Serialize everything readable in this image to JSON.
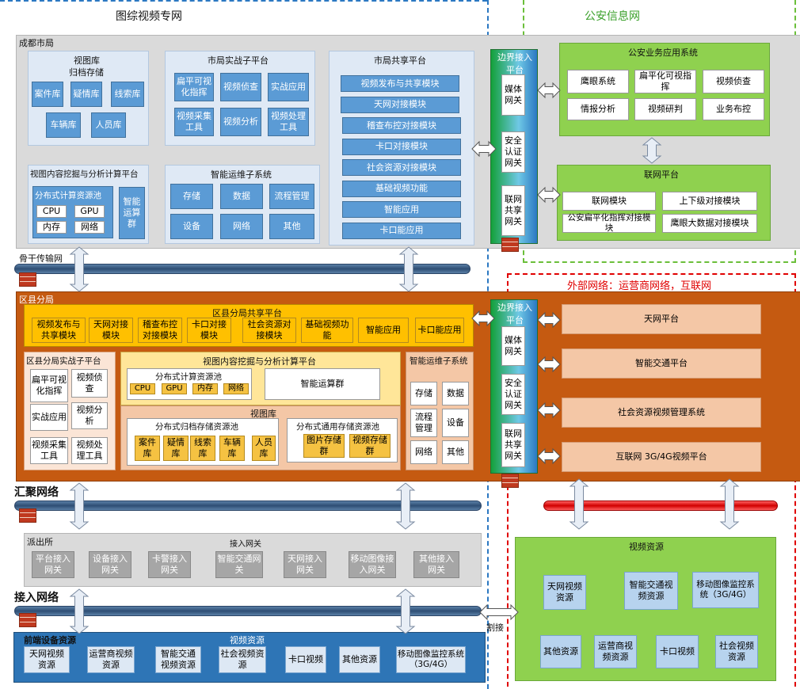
{
  "regions": {
    "video_net": "图综视频专网",
    "police_net": "公安信息网",
    "external_net": "外部网络：运营商网络，互联网"
  },
  "city": {
    "label": "成都市局",
    "view_lib": {
      "title": "视图库",
      "subtitle": "归档存储",
      "items": [
        "案件库",
        "疑情库",
        "线索库",
        "车辆库",
        "人员库"
      ]
    },
    "combat": {
      "title": "市局实战子平台",
      "items": [
        "扁平可视化指挥",
        "视频侦查",
        "实战应用",
        "视频采集工具",
        "视频分析",
        "视频处理工具"
      ]
    },
    "share": {
      "title": "市局共享平台",
      "items": [
        "视频发布与共享模块",
        "天网对接模块",
        "稽查布控对接模块",
        "卡口对接模块",
        "社会资源对接模块",
        "基础视频功能",
        "智能应用",
        "卡口能应用"
      ]
    },
    "mining": {
      "title": "视图内容挖掘与分析计算平台",
      "pool": "分布式计算资源池",
      "cells": [
        "CPU",
        "GPU",
        "内存",
        "网络"
      ],
      "cluster": "智能运算群"
    },
    "ops": {
      "title": "智能运维子系统",
      "items": [
        "存储",
        "数据",
        "流程管理",
        "设备",
        "网络",
        "其他"
      ]
    },
    "border": {
      "title": "边界接入平台",
      "items": [
        "媒体网关",
        "安全认证网关",
        "联网共享网关"
      ]
    }
  },
  "police": {
    "app": {
      "title": "公安业务应用系统",
      "items": [
        "鹰眼系统",
        "扁平化可视指挥",
        "视频侦查",
        "情报分析",
        "视频研判",
        "业务布控"
      ]
    },
    "net": {
      "title": "联网平台",
      "items": [
        "联网模块",
        "上下级对接模块",
        "公安扁平化指挥对接模块",
        "鹰眼大数据对接模块"
      ]
    }
  },
  "backbone": "骨干传输网",
  "district": {
    "label": "区县分局",
    "share": {
      "title": "区县分局共享平台",
      "items": [
        "视频发布与共享模块",
        "天网对接模块",
        "稽查布控对接模块",
        "卡口对接模块",
        "社会资源对接模块",
        "基础视频功能",
        "智能应用",
        "卡口能应用"
      ]
    },
    "combat": {
      "title": "区县分局实战子平台",
      "items": [
        "扁平可视化指挥",
        "视频侦查",
        "实战应用",
        "视频分析",
        "视频采集工具",
        "视频处理工具"
      ]
    },
    "mining": {
      "title": "视图内容挖掘与分析计算平台",
      "pool": "分布式计算资源池",
      "cells": [
        "CPU",
        "GPU",
        "内存",
        "网络"
      ],
      "cluster": "智能运算群"
    },
    "view_lib": {
      "title": "视图库",
      "archive": "分布式归档存储资源池",
      "archive_items": [
        "案件库",
        "疑情库",
        "线索库",
        "车辆库",
        "人员库"
      ],
      "general": "分布式通用存储资源池",
      "general_items": [
        "图片存储群",
        "视频存储群"
      ]
    },
    "ops": {
      "title": "智能运维子系统",
      "items": [
        "存储",
        "数据",
        "流程管理",
        "设备",
        "网络",
        "其他"
      ]
    },
    "border": {
      "title": "边界接入平台",
      "items": [
        "媒体网关",
        "安全认证网关",
        "联网共享网关"
      ]
    }
  },
  "external": {
    "items": [
      "天网平台",
      "智能交通平台",
      "社会资源视频管理系统",
      "互联网 3G/4G视频平台"
    ]
  },
  "aggregation": "汇聚网络",
  "station": {
    "label": "派出所",
    "title": "接入网关",
    "items": [
      "平台接入网关",
      "设备接入网关",
      "卡警接入网关",
      "智能交通网关",
      "天网接入网关",
      "移动图像接入网关",
      "其他接入网关"
    ]
  },
  "access": "接入网络",
  "frontend": {
    "label": "前端设备资源",
    "title": "视频资源",
    "items": [
      "天网视频资源",
      "运营商视频资源",
      "智能交通视频资源",
      "社会视频资源",
      "卡口视频",
      "其他资源",
      "移动图像监控系统（3G/4G）"
    ]
  },
  "ext_video": {
    "title": "视频资源",
    "items": [
      "天网视频资源",
      "智能交通视频资源",
      "移动图像监控系统（3G/4G）",
      "其他资源",
      "运营商视频资源",
      "卡口视频",
      "社会视频资源"
    ]
  },
  "gap": "割接"
}
